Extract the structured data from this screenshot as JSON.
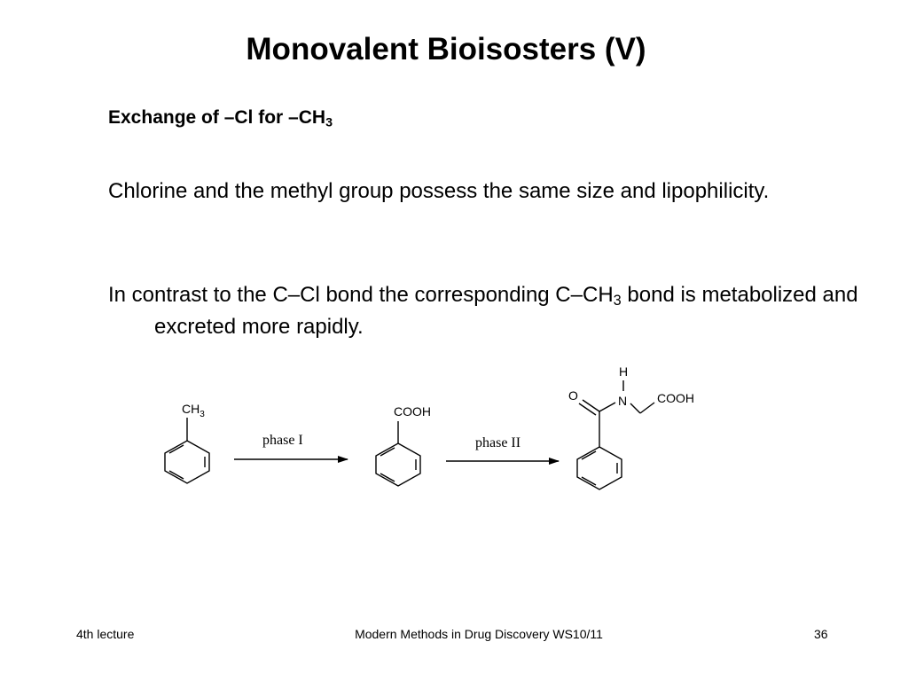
{
  "slide": {
    "title": "Monovalent Bioisosters (V)",
    "heading": {
      "text": "Exchange of  –Cl for –CH",
      "subscript": "3"
    },
    "paragraphs": [
      {
        "text": "Chlorine and the methyl group possess the same size and lipophilicity."
      },
      {
        "text_before": "In contrast to the C–Cl bond the corresponding C–CH",
        "subscript": "3",
        "text_after": " bond is metabolized and excreted more rapidly."
      }
    ]
  },
  "scheme": {
    "toluene": {
      "label_main": "CH",
      "label_sub": "3"
    },
    "benzoic_acid": {
      "label": "COOH"
    },
    "hippuric_acid": {
      "oxygen": "O",
      "nitrogen": "N",
      "hydrogen": "H",
      "acid": "COOH"
    },
    "arrow_1": {
      "label": "phase I"
    },
    "arrow_2": {
      "label": "phase II"
    }
  },
  "footer": {
    "left": "4th lecture",
    "center": "Modern Methods in Drug Discovery WS10/11",
    "right": "36"
  }
}
